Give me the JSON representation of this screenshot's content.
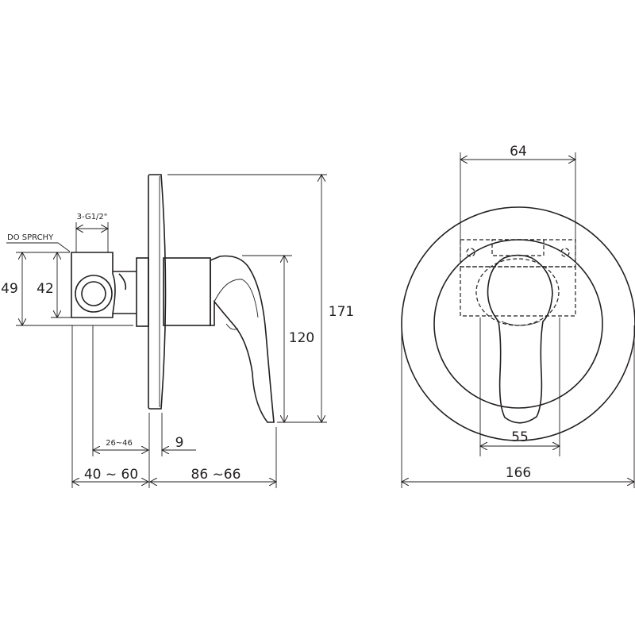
{
  "side_view": {
    "label_outlet": "DO SPRCHY",
    "label_thread": "3-G1/2\"",
    "dim_49": "49",
    "dim_42": "42",
    "dim_171": "171",
    "dim_120": "120",
    "dim_26_46": "26~46",
    "dim_9": "9",
    "dim_40_60": "40 ~ 60",
    "dim_86_66": "86 ~66"
  },
  "front_view": {
    "dim_64": "64",
    "dim_55": "55",
    "dim_166": "166"
  }
}
